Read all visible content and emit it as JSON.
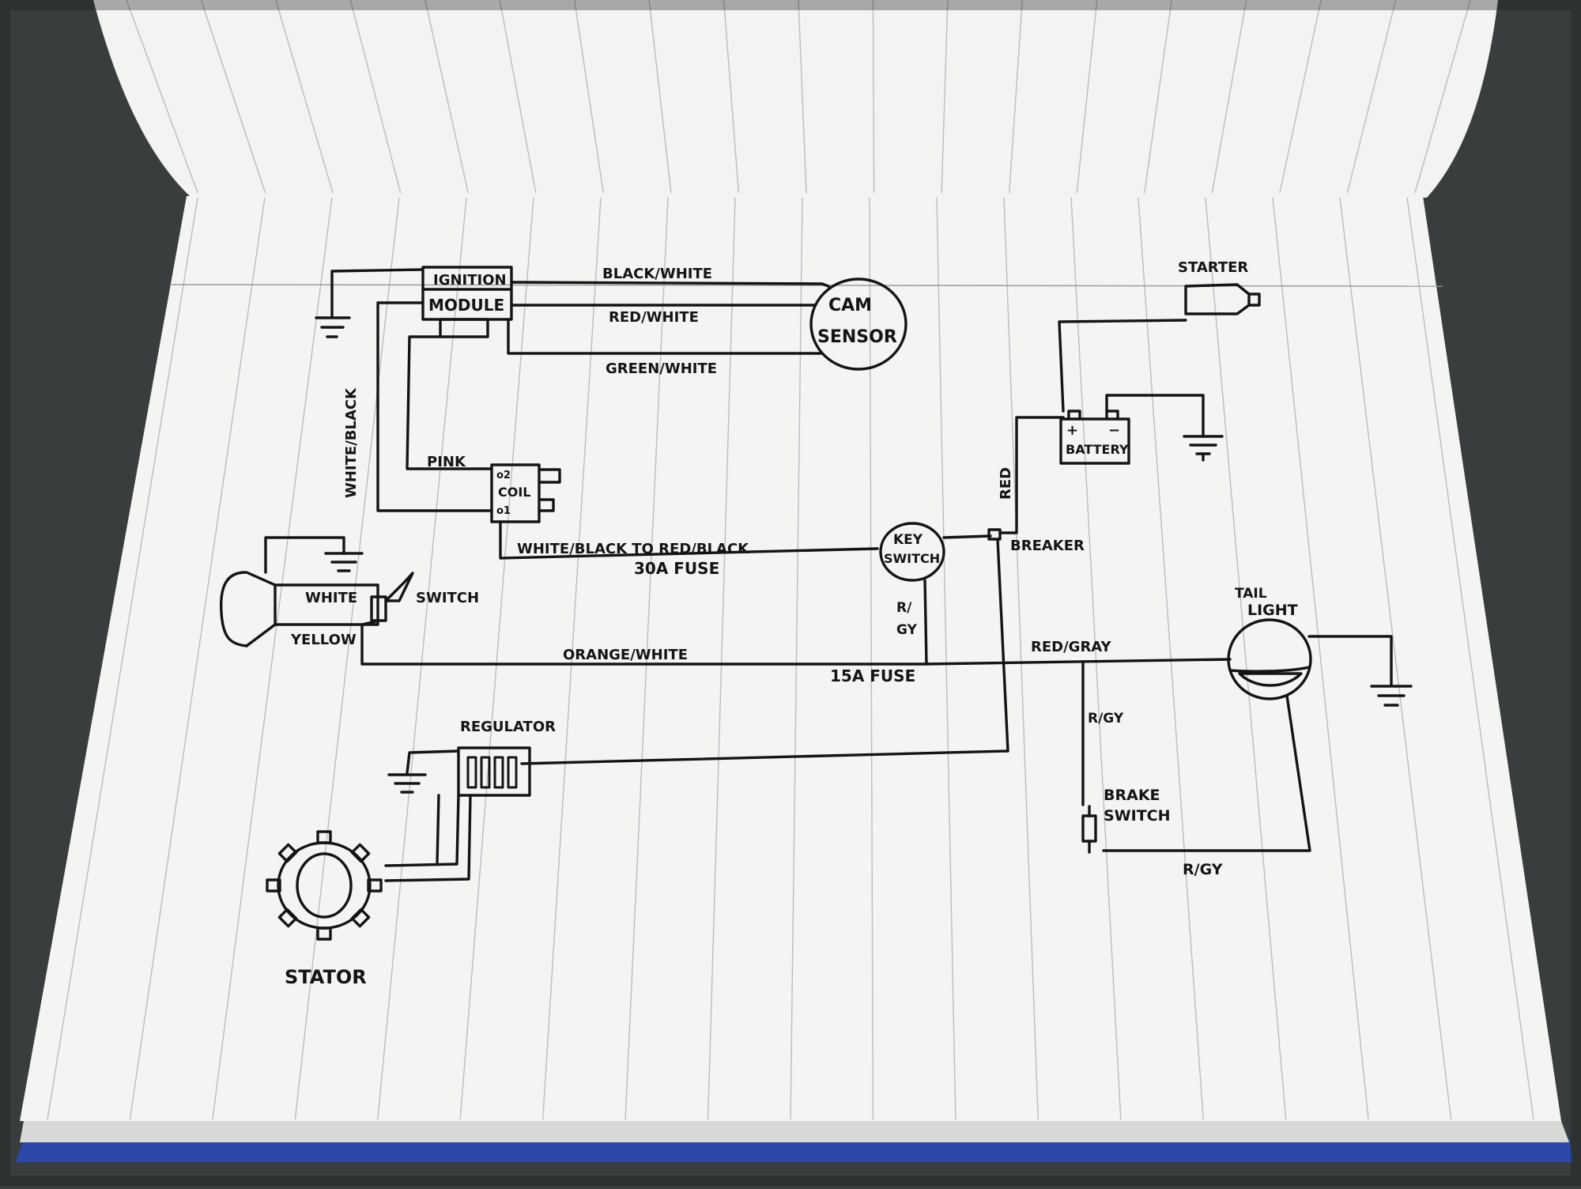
{
  "colors": {
    "background": "#3a3d3e",
    "paper": "#f4f4f2",
    "ink": "#141414",
    "ruling": "#b9bcc3",
    "cover": "#2b48a8"
  },
  "labels": {
    "ignition": "IGNITION",
    "module": "MODULE",
    "cam": "CAM",
    "sensor": "SENSOR",
    "black_white": "BLACK/WHITE",
    "red_white": "RED/WHITE",
    "green_white": "GREEN/WHITE",
    "white_black": "WHITE/BLACK",
    "pink": "PINK",
    "coil": "COIL",
    "coil_2": "o2",
    "coil_1": "o1",
    "white_black_to_red_black": "WHITE/BLACK  TO  RED/BLACK",
    "fuse_30a": "30A  FUSE",
    "key": "KEY",
    "switch": "SWITCH",
    "breaker": "BREAKER",
    "red": "RED",
    "starter": "STARTER",
    "battery": "BATTERY",
    "plus": "+",
    "minus": "−",
    "white": "WHITE",
    "yellow": "YELLOW",
    "switch_right": "SWITCH",
    "orange_white": "ORANGE/WHITE",
    "fuse_15a": "15A  FUSE",
    "r": "R/",
    "gy": "GY",
    "red_gray": "RED/GRAY",
    "tail": "TAIL",
    "light": "LIGHT",
    "regulator": "REGULATOR",
    "r_gy_1": "R/GY",
    "brake": "BRAKE",
    "brake_switch": "SWITCH",
    "r_gy_2": "R/GY",
    "stator": "STATOR"
  }
}
